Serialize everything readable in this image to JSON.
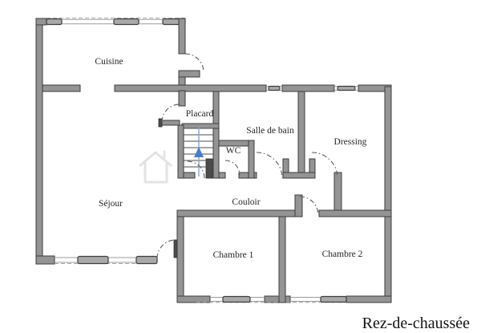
{
  "title": "Rez-de-chaussée",
  "rooms": {
    "cuisine": "Cuisine",
    "placard": "Placard",
    "salle_de_bain": "Salle de bain",
    "wc": "WC",
    "dressing": "Dressing",
    "sejour": "Séjour",
    "couloir": "Couloir",
    "chambre1": "Chambre 1",
    "chambre2": "Chambre 2"
  },
  "stairs": {
    "direction": "up",
    "arrow_color": "#4a7cc7"
  },
  "colors": {
    "wall_fill": "#949494",
    "wall_outline": "#3d3d3d",
    "background": "#ffffff",
    "label_text": "#262626",
    "title_text": "#141414"
  }
}
